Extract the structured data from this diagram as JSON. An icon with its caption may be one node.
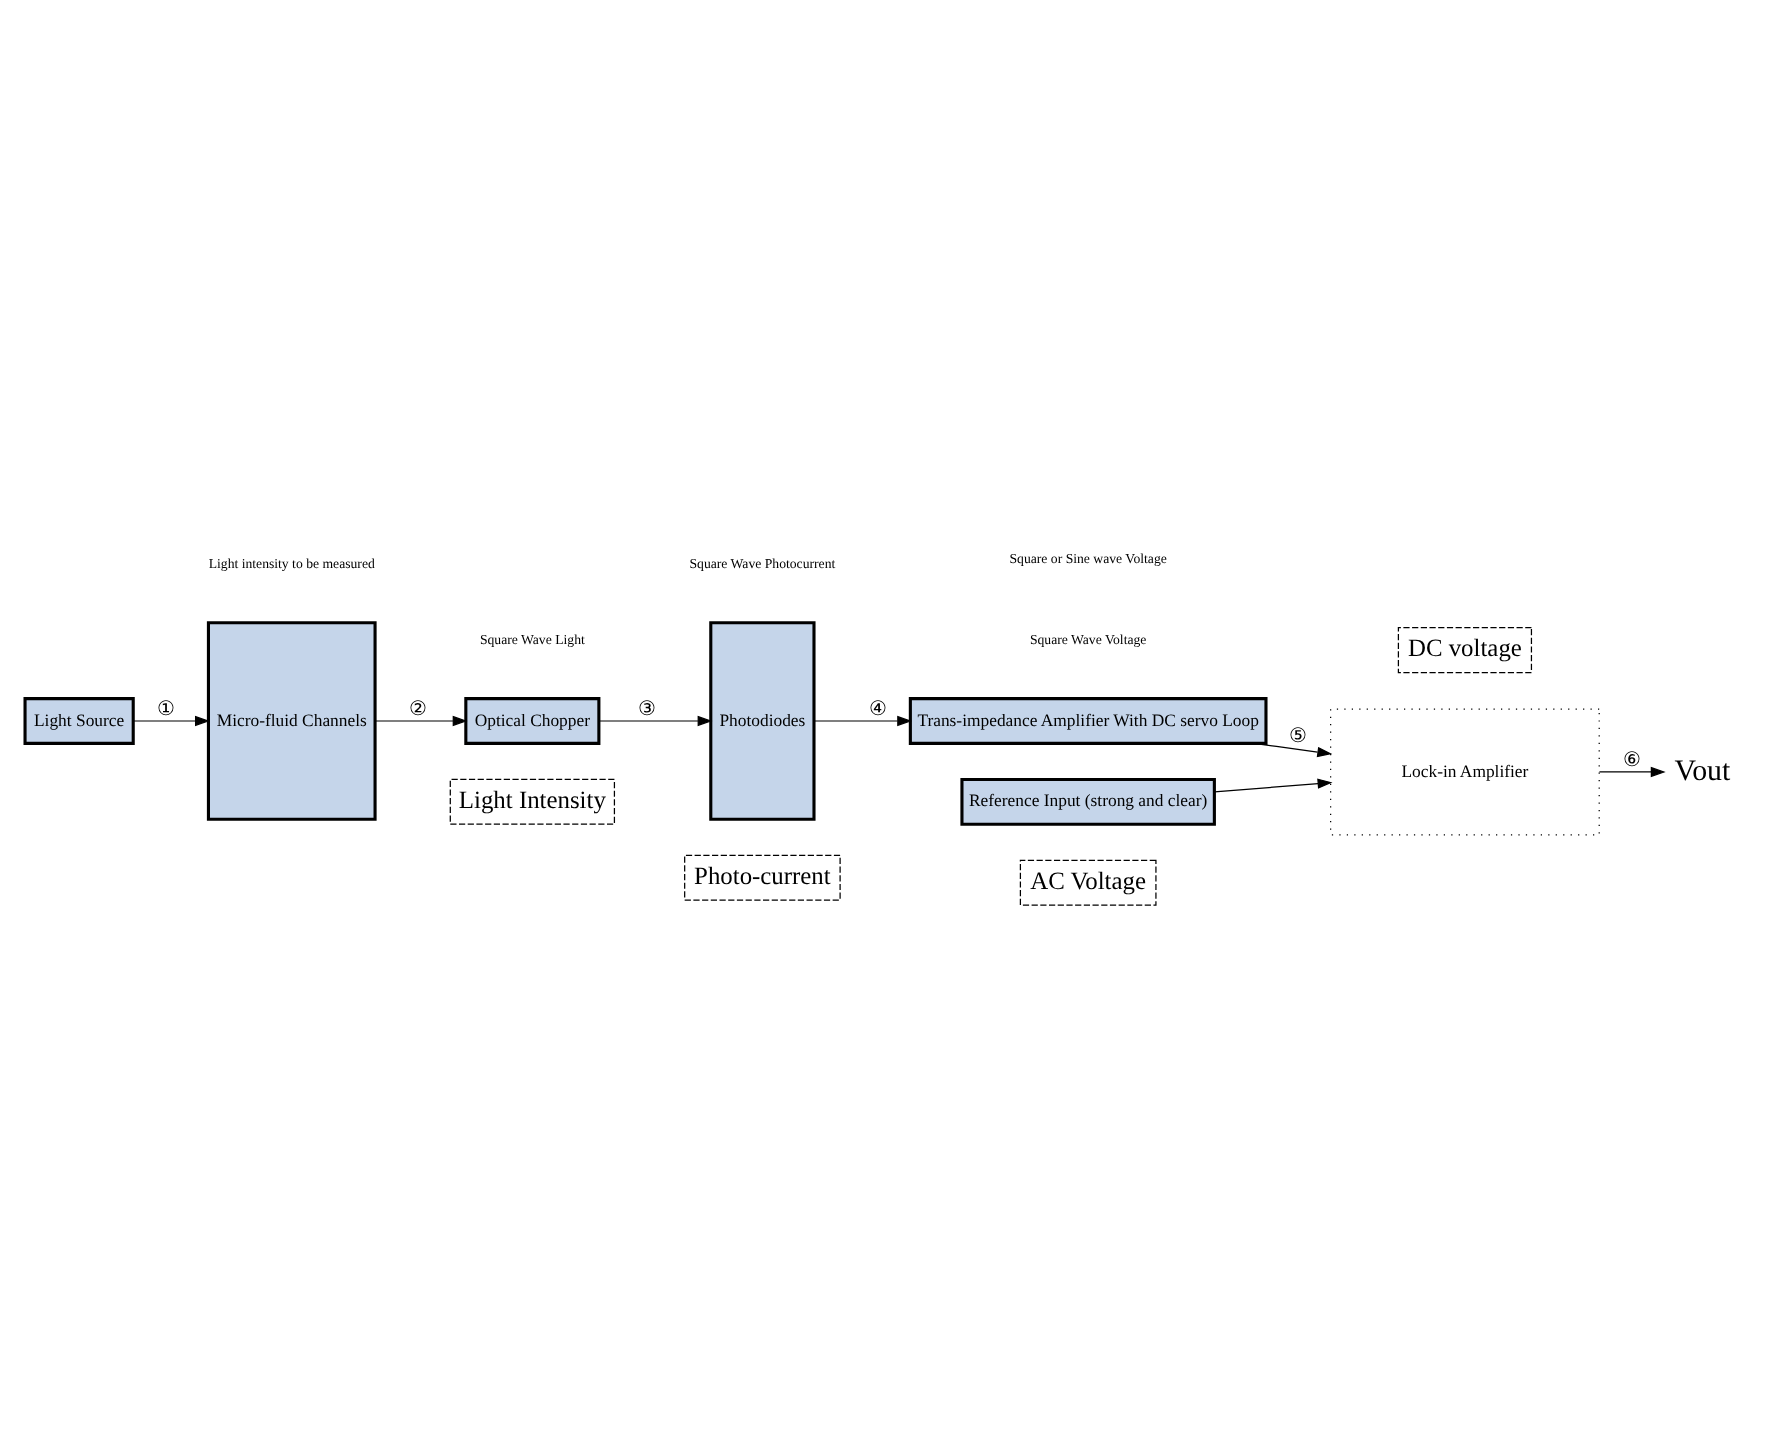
{
  "diagram": {
    "nodes": [
      {
        "text": [
          "Light Intensity"
        ]
      },
      {
        "text": [
          "Photo-current"
        ]
      },
      {
        "text": [
          "AC Voltage"
        ]
      },
      {
        "text": [
          "Light Source"
        ]
      },
      {
        "text": [
          "Micro-fluid Channels"
        ]
      },
      {
        "text": [
          "Optical Chopper"
        ]
      },
      {
        "text": [
          "Photodiodes"
        ]
      },
      {
        "text": [
          "Trans-impedance Amplifier With DC servo Loop"
        ]
      },
      {
        "text": [
          "Lock-in Amplifier"
        ]
      },
      {
        "text": [
          "Reference Input (strong and clear)"
        ]
      },
      {
        "text": [
          "Vout"
        ]
      },
      {
        "text": [
          "DC voltage"
        ]
      }
    ],
    "edges": [
      {
        "from": 3,
        "to": 4,
        "arrow": "to",
        "label": "①"
      },
      {
        "from": 4,
        "to": 5,
        "arrow": "to",
        "label": "②"
      },
      {
        "from": 5,
        "to": 6,
        "arrow": "to",
        "label": "③"
      },
      {
        "from": 6,
        "to": 7,
        "arrow": "to",
        "label": "④"
      },
      {
        "from": 7,
        "to": 8,
        "arrow": "to",
        "label": "⑤"
      },
      {
        "from": 9,
        "to": 8,
        "arrow": "to"
      },
      {
        "from": 8,
        "to": 10,
        "arrow": "to",
        "label": "⑥"
      }
    ],
    "labels": [
      "Square Wave Voltage",
      "Light intensity to be measured",
      "Square Wave Light",
      "Square Wave Photocurrent",
      "Square or Sine wave Voltage"
    ]
  }
}
